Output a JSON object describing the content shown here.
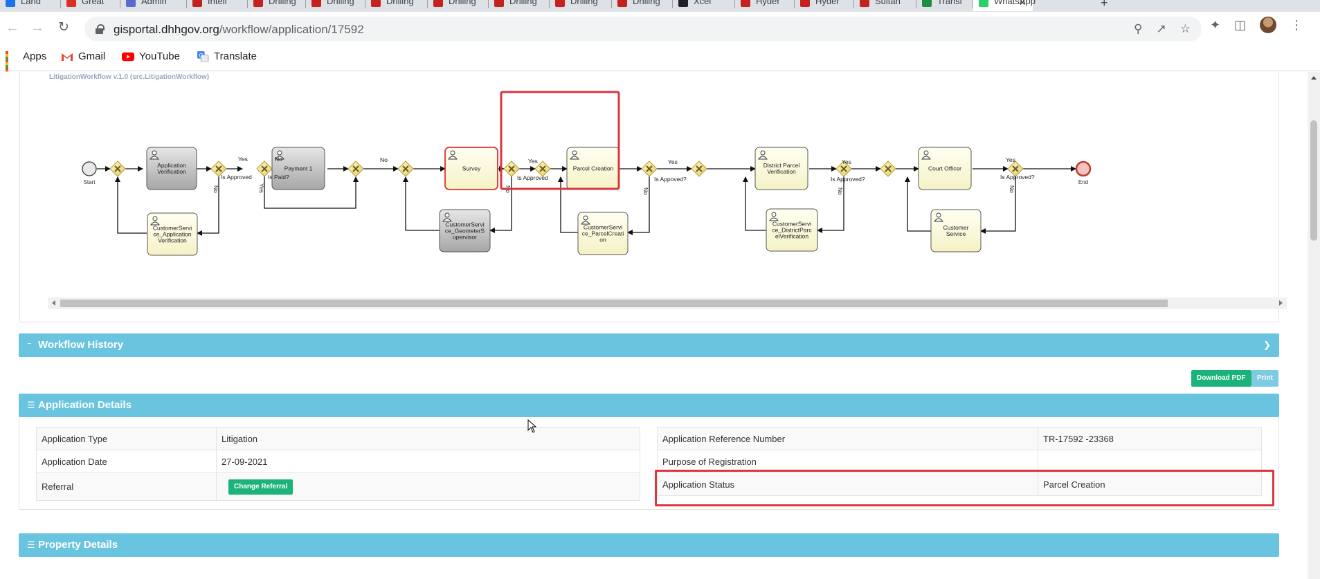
{
  "browser": {
    "tabs": [
      {
        "label": "Land",
        "fav": "#1a73e8"
      },
      {
        "label": "Great",
        "fav": "#d93025"
      },
      {
        "label": "Admin",
        "fav": "#5a6acf"
      },
      {
        "label": "Intell",
        "fav": "#c5221f"
      },
      {
        "label": "Drilling",
        "fav": "#c5221f"
      },
      {
        "label": "Drilling",
        "fav": "#c5221f"
      },
      {
        "label": "Drilling",
        "fav": "#c5221f"
      },
      {
        "label": "Drilling",
        "fav": "#c5221f"
      },
      {
        "label": "Drilling",
        "fav": "#c5221f"
      },
      {
        "label": "Drilling",
        "fav": "#c5221f"
      },
      {
        "label": "Drilling",
        "fav": "#c5221f"
      },
      {
        "label": "Xcel",
        "fav": "#202124"
      },
      {
        "label": "Hyder",
        "fav": "#c5221f"
      },
      {
        "label": "Hyder",
        "fav": "#c5221f"
      },
      {
        "label": "Sultan",
        "fav": "#c5221f"
      },
      {
        "label": "Transl",
        "fav": "#1e8e3e"
      },
      {
        "label": "WhatsApp",
        "fav": "#25d366",
        "active": true
      }
    ],
    "url_domain": "gisportal.dhhgov.org",
    "url_path": "/workflow/application/17592",
    "bookmarks": [
      "Apps",
      "Gmail",
      "YouTube",
      "Translate"
    ]
  },
  "workflow": {
    "caption": "LitigationWorkflow v.1.0 (src.LitigationWorkflow)",
    "start_label": "Start",
    "end_label": "End",
    "tasks": {
      "app_verification": "Application Verification",
      "payment": "Payment 1",
      "survey": "Survey",
      "parcel_creation": "Parcel Creation",
      "district_parcel": "District Parcel Verification",
      "court_officer": "Court Officer",
      "cs_app_verif": "CustomerService_Application Verification",
      "cs_geometer": "CustomerService_GeometerSupervisor",
      "cs_parcel": "CustomerService_ParcelCreation",
      "cs_district": "CustomerService_DistrictParcelVerification",
      "customer_service": "Customer Service"
    },
    "edge_labels": {
      "yes": "Yes",
      "no": "No",
      "is_approved": "Is Approved?",
      "is_approved_short": "Is Approved",
      "is_appoved": "Is Appoved?",
      "is_paid": "Is Paid?"
    }
  },
  "workflow_history": {
    "title": "Workflow History"
  },
  "actions": {
    "download_pdf": "Download PDF",
    "print": "Print"
  },
  "application_details": {
    "title": "Application Details",
    "left": [
      {
        "label": "Application Type",
        "value": "Litigation"
      },
      {
        "label": "Application Date",
        "value": "27-09-2021"
      },
      {
        "label": "Referral",
        "value": ""
      }
    ],
    "change_referral": "Change Referral",
    "right": [
      {
        "label": "Application Reference Number",
        "value": "TR-17592 -23368"
      },
      {
        "label": "Purpose of Registration",
        "value": ""
      },
      {
        "label": "Application Status",
        "value": "Parcel Creation"
      }
    ]
  },
  "property_details": {
    "title": "Property Details"
  },
  "colors": {
    "section": "#69c4df",
    "highlight": "#d9363e",
    "button_green": "#1cb37b"
  }
}
